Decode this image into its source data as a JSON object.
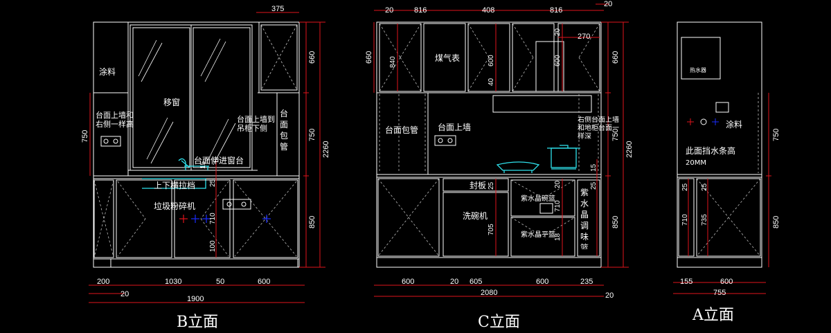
{
  "colors": {
    "background": "#000000",
    "line": "#ffffff",
    "dimension": "#e0131b",
    "fixture": "#2fe3ee",
    "socket_mark": "#1a2cff"
  },
  "elevations": {
    "B": {
      "title": "B立面",
      "labels": {
        "paint": "涂料",
        "sliding_door": "移窗",
        "wall_left": "台面上墙和右侧一样高",
        "wall_right": "台面上墙到吊柜下侧",
        "pipe_box": "台面包管",
        "counter_window": "台面伸进窗台",
        "rail": "上下横拉档",
        "disposer": "垃圾粉碎机"
      },
      "dims_bottom": [
        "200",
        "1030",
        "50",
        "600"
      ],
      "dim_small": "20",
      "dim_total": "1900",
      "dim_top": "375",
      "dims_right": [
        "660",
        "750",
        "850"
      ],
      "dim_height": "2260",
      "dim_left": "750",
      "dims_inner": [
        "15",
        "25",
        "710",
        "100"
      ]
    },
    "C": {
      "title": "C立面",
      "labels": {
        "gas_meter": "煤气表",
        "pipe_box": "台面包管",
        "wall": "台面上墙",
        "wall_right": "右侧台面上墙和地柜台面一样深",
        "cover_board": "封板",
        "dishwasher": "洗碗机",
        "dish_basket": "紫水晶碗篮",
        "flat_basket": "紫水晶平篮",
        "spice_basket": "紫水晶调味篮"
      },
      "dims_top": [
        "20",
        "816",
        "408",
        "816"
      ],
      "dim_top_extra": "20",
      "dim_270": "270",
      "dims_bottom": [
        "600",
        "20",
        "605",
        "600",
        "235"
      ],
      "dim_total": "2080",
      "dim_total_extra": "20",
      "dims_right": [
        "660",
        "750",
        "850"
      ],
      "dim_height": "2260",
      "dim_left": "660",
      "dims_inner": [
        "840",
        "600",
        "40",
        "600",
        "20",
        "15",
        "25",
        "705",
        "25",
        "710",
        "18",
        "20"
      ]
    },
    "A": {
      "title": "A立面",
      "labels": {
        "heater": "热水器",
        "paint": "涂料",
        "note": "此面挡水条高",
        "note_value": "20MM"
      },
      "dims_bottom": [
        "155",
        "600"
      ],
      "dim_total": "755",
      "dims_right": [
        "750",
        "850"
      ],
      "dims_inner": [
        "25",
        "710",
        "735",
        "25"
      ]
    }
  }
}
